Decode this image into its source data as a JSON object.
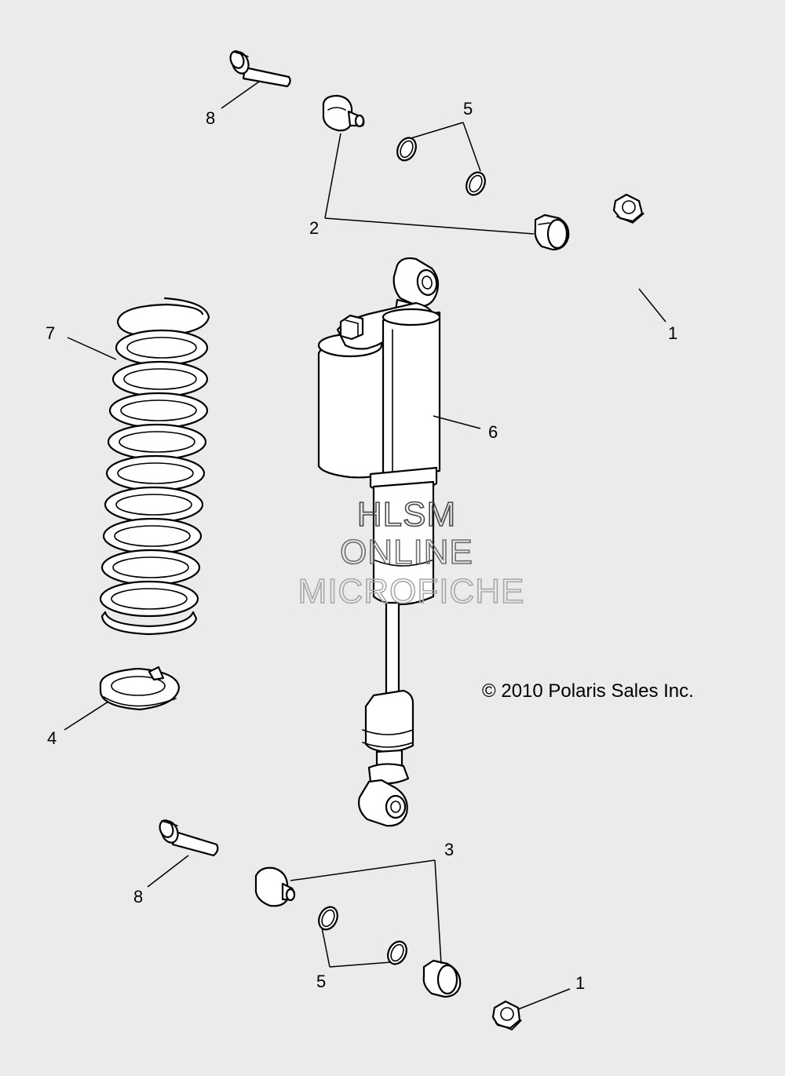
{
  "callouts": {
    "c1_top": "1",
    "c1_bottom": "1",
    "c2": "2",
    "c3": "3",
    "c4": "4",
    "c5_top": "5",
    "c5_bottom": "5",
    "c6": "6",
    "c7": "7",
    "c8_top": "8",
    "c8_bottom": "8"
  },
  "copyright": "© 2010 Polaris Sales Inc.",
  "watermark": {
    "line1": "HLSM",
    "line2": "ONLINE",
    "line3": "MICROFICHE",
    "colors": [
      "#4a4a4a",
      "#6e6e6e",
      "#a8a8a8"
    ]
  },
  "colors": {
    "background": "#ebebeb",
    "part_fill": "#ffffff",
    "line": "#000000"
  }
}
